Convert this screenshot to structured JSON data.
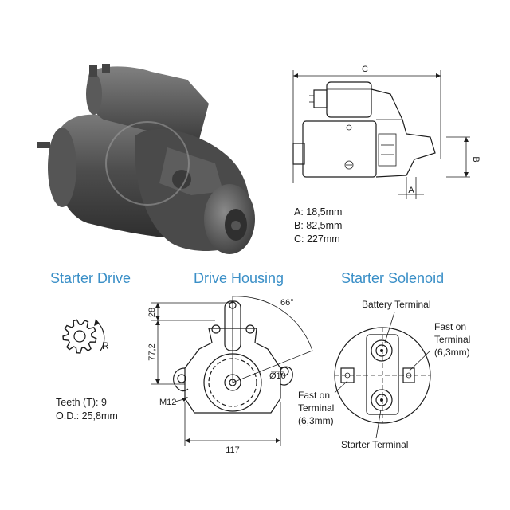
{
  "dimensions": {
    "labels": {
      "a": "A",
      "b": "B",
      "c": "C"
    },
    "specs": [
      "A: 18,5mm",
      "B: 82,5mm",
      "C: 227mm"
    ]
  },
  "starter_drive": {
    "title": "Starter Drive",
    "rotation_label": "R",
    "teeth": "Teeth (T): 9",
    "od": "O.D.: 25,8mm"
  },
  "drive_housing": {
    "title": "Drive Housing",
    "dim_angle": "66°",
    "dim_top": "28",
    "dim_height": "77,2",
    "dim_hole": "Ø10",
    "dim_thread": "M12",
    "dim_width": "117"
  },
  "starter_solenoid": {
    "title": "Starter Solenoid",
    "battery_terminal": "Battery Terminal",
    "fast_on_right": [
      "Fast on",
      "Terminal",
      "(6,3mm)"
    ],
    "fast_on_left": [
      "Fast on",
      "Terminal",
      "(6,3mm)"
    ],
    "starter_terminal": "Starter Terminal"
  }
}
